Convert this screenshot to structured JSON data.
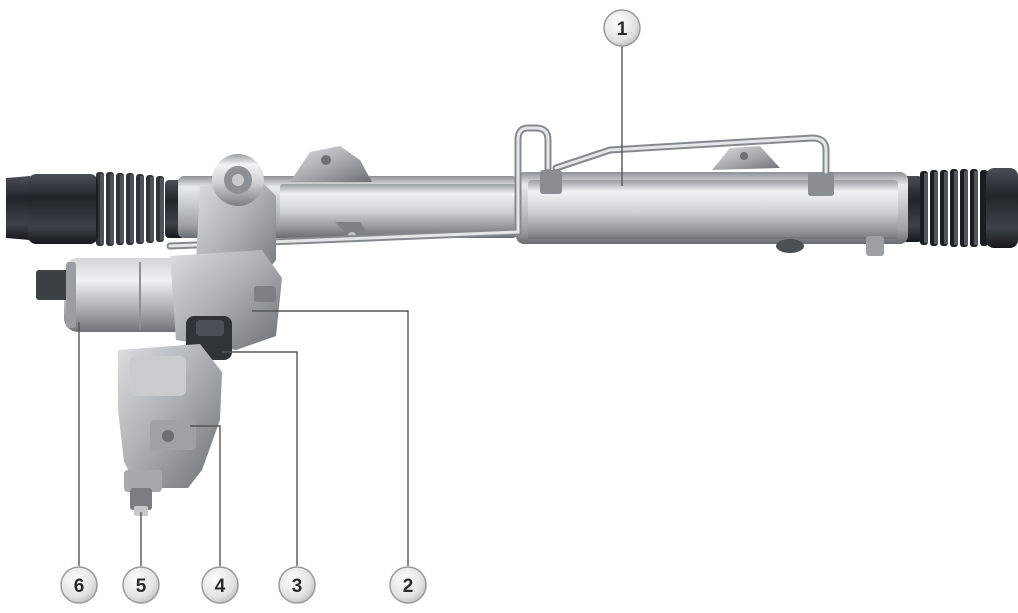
{
  "diagram": {
    "callouts": [
      {
        "id": 1,
        "label": "1"
      },
      {
        "id": 2,
        "label": "2"
      },
      {
        "id": 3,
        "label": "3"
      },
      {
        "id": 4,
        "label": "4"
      },
      {
        "id": 5,
        "label": "5"
      },
      {
        "id": 6,
        "label": "6"
      }
    ]
  },
  "colors": {
    "metal_light": "#e6e7e8",
    "metal_mid": "#b7babd",
    "metal_dark": "#6f7377",
    "boot": "#2c3035",
    "leader_line": "#555555",
    "callout_fill": "#e9e9e9"
  }
}
